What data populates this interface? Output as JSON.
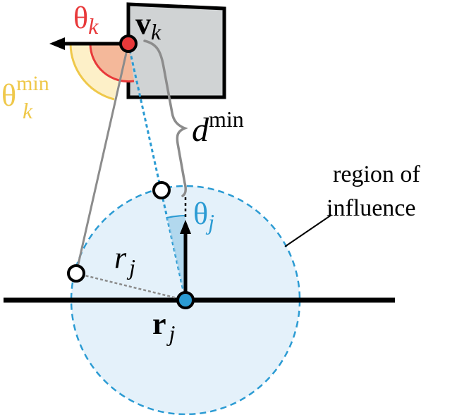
{
  "labels": {
    "theta_k": {
      "sym": "θ",
      "sub": "k"
    },
    "v_k": {
      "sym": "v",
      "sub": "k"
    },
    "theta_k_min": {
      "sym": "θ",
      "sub": "k",
      "sup": "min"
    },
    "d_min": {
      "sym": "d",
      "sup": "min"
    },
    "region": {
      "line1": "region of",
      "line2": "influence"
    },
    "theta_j": {
      "sym": "θ",
      "sub": "j"
    },
    "r_j_radius": {
      "sym": "r",
      "sub": "j"
    },
    "r_j_point": {
      "sym": "r",
      "sub": "j"
    }
  },
  "colors": {
    "red": "#e8393a",
    "red_fill": "#f4b89a",
    "yellow": "#efc84a",
    "yellow_fill": "#fdf0c8",
    "blue": "#2b9bd3",
    "region_fill": "#e4f1fa",
    "gray_box": "#d0d3d4",
    "gray_line": "#8c8c8c",
    "black": "#000000"
  }
}
